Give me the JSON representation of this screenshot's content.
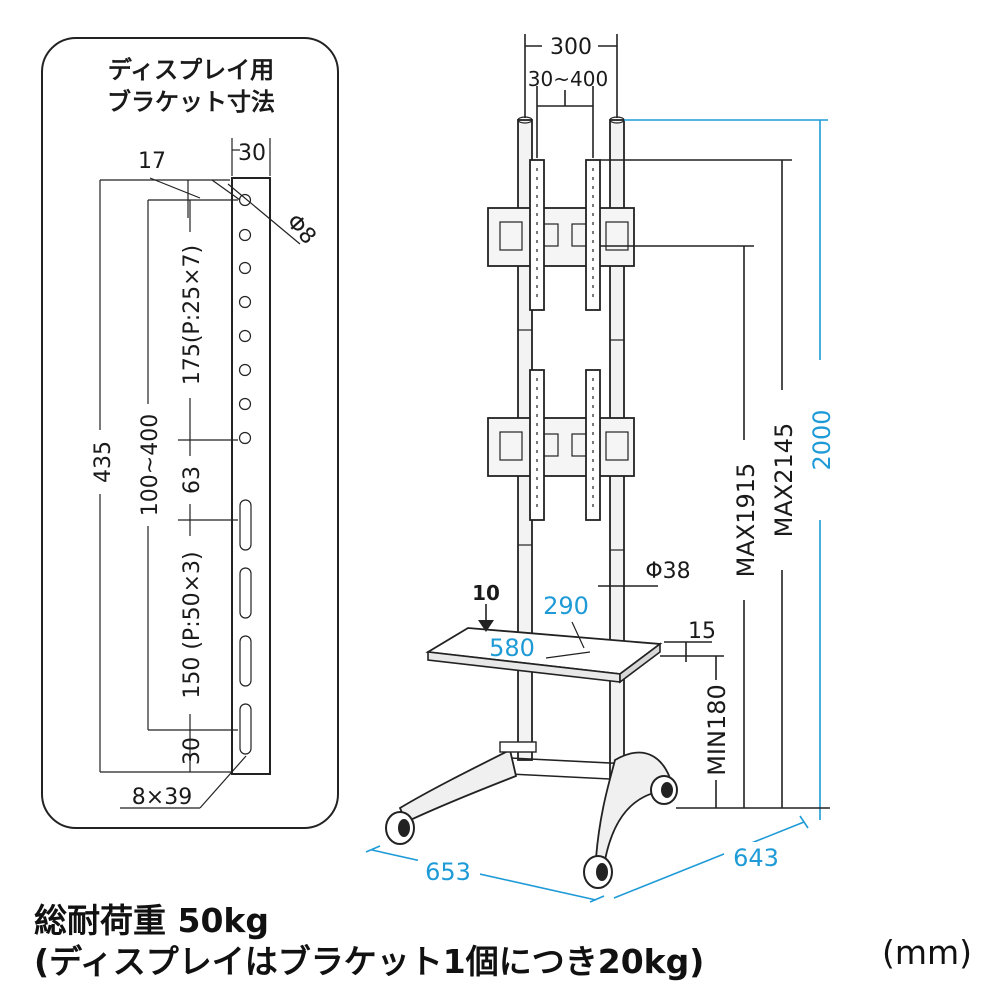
{
  "panel": {
    "title_line1": "ディスプレイ用",
    "title_line2": "ブラケット寸法",
    "dims": {
      "width": "30",
      "offset": "17",
      "hole": "Φ8",
      "total": "435",
      "range": "100~400",
      "holes_pitch": "175(P:25×7)",
      "gap": "63",
      "slots_pitch": "150 (P:50×3)",
      "bottom": "30",
      "slot": "8×39"
    }
  },
  "stand": {
    "top_spacing": "300",
    "bracket_range": "30~400",
    "pole_diameter": "Φ38",
    "shelf_load": "10",
    "shelf_depth": "290",
    "shelf_width": "580",
    "shelf_thickness": "15",
    "min_shelf_height": "MIN180",
    "max_bracket_1": "MAX1915",
    "max_bracket_2": "MAX2145",
    "height": "2000",
    "base_width": "653",
    "base_depth": "643"
  },
  "footer": {
    "line1": "総耐荷重 50kg",
    "line2": "(ディスプレイはブラケット1個につき20kg)",
    "unit": "(mm)"
  },
  "colors": {
    "dimension_blue": "#1e9bd7",
    "line": "#222222"
  }
}
